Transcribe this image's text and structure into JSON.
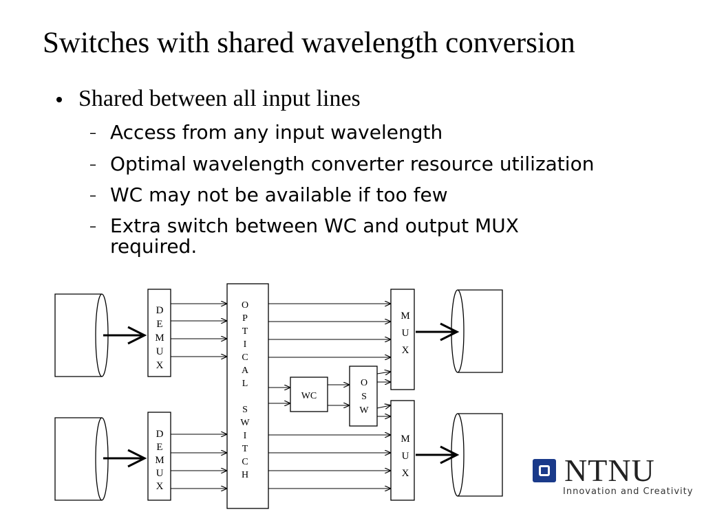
{
  "slide": {
    "title": "Switches with shared wavelength conversion",
    "bullet": "Shared between all input lines",
    "sub_bullets": [
      "Access from any input wavelength",
      "Optimal wavelength converter resource utilization",
      "WC may not be available if too few",
      "Extra switch between WC and output MUX\nrequired."
    ],
    "dash": "–"
  },
  "diagram": {
    "demux_top": "D\nE\nM\nU\nX",
    "demux_bottom": "D\nE\nM\nU\nX",
    "optical_switch": "O\nP\nT\nI\nC\nA\nL\n\nS\nW\nI\nT\nC\nH",
    "mux_top": "M\nU\nX",
    "mux_bottom": "M\nU\nX",
    "wc": "WC",
    "osw": "O\nS\nW"
  },
  "logo": {
    "name": "NTNU",
    "tagline": "Innovation and Creativity",
    "brand_color": "#1a3a8a"
  }
}
